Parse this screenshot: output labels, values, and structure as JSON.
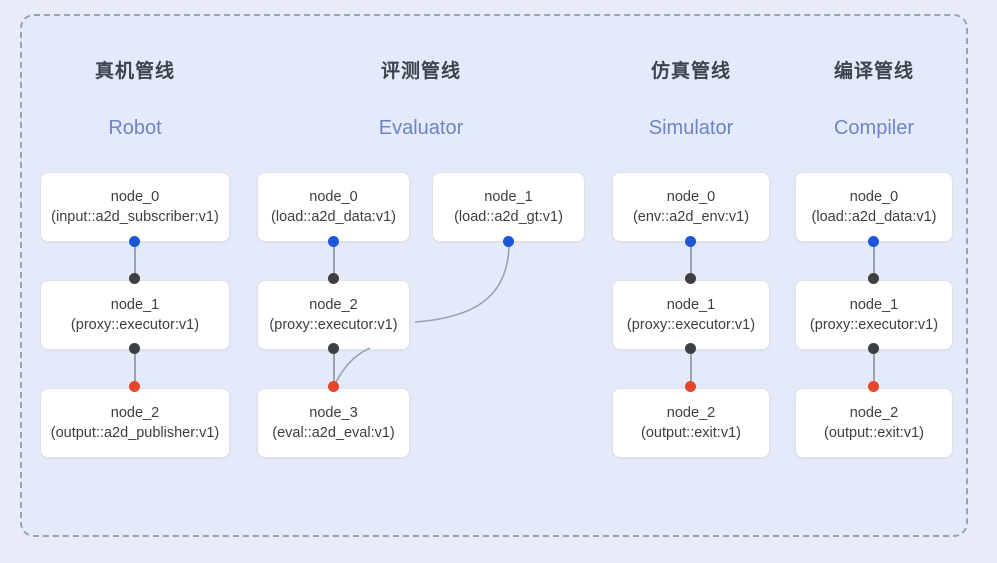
{
  "panel": {
    "background_color": "#e4eaf9",
    "border_color": "#9aa3b4",
    "page_background": "#e8ecf8"
  },
  "colors": {
    "input_dot": "#1a56d6",
    "internal_dot": "#3c4043",
    "output_dot": "#e8452c",
    "edge": "#9aa3b4",
    "subtitle": "#6b85c8",
    "title": "#3d4450"
  },
  "columns": [
    {
      "title": "真机管线",
      "subtitle": "Robot",
      "nodes": [
        {
          "name": "node_0",
          "type": "(input::a2d_subscriber:v1)"
        },
        {
          "name": "node_1",
          "type": "(proxy::executor:v1)"
        },
        {
          "name": "node_2",
          "type": "(output::a2d_publisher:v1)"
        }
      ]
    },
    {
      "title": "评测管线",
      "subtitle": "Evaluator",
      "nodes": [
        {
          "name": "node_0",
          "type": "(load::a2d_data:v1)"
        },
        {
          "name": "node_1",
          "type": "(load::a2d_gt:v1)"
        },
        {
          "name": "node_2",
          "type": "(proxy::executor:v1)"
        },
        {
          "name": "node_3",
          "type": "(eval::a2d_eval:v1)"
        }
      ]
    },
    {
      "title": "仿真管线",
      "subtitle": "Simulator",
      "nodes": [
        {
          "name": "node_0",
          "type": "(env::a2d_env:v1)"
        },
        {
          "name": "node_1",
          "type": "(proxy::executor:v1)"
        },
        {
          "name": "node_2",
          "type": "(output::exit:v1)"
        }
      ]
    },
    {
      "title": "编译管线",
      "subtitle": "Compiler",
      "nodes": [
        {
          "name": "node_0",
          "type": "(load::a2d_data:v1)"
        },
        {
          "name": "node_1",
          "type": "(proxy::executor:v1)"
        },
        {
          "name": "node_2",
          "type": "(output::exit:v1)"
        }
      ]
    }
  ]
}
